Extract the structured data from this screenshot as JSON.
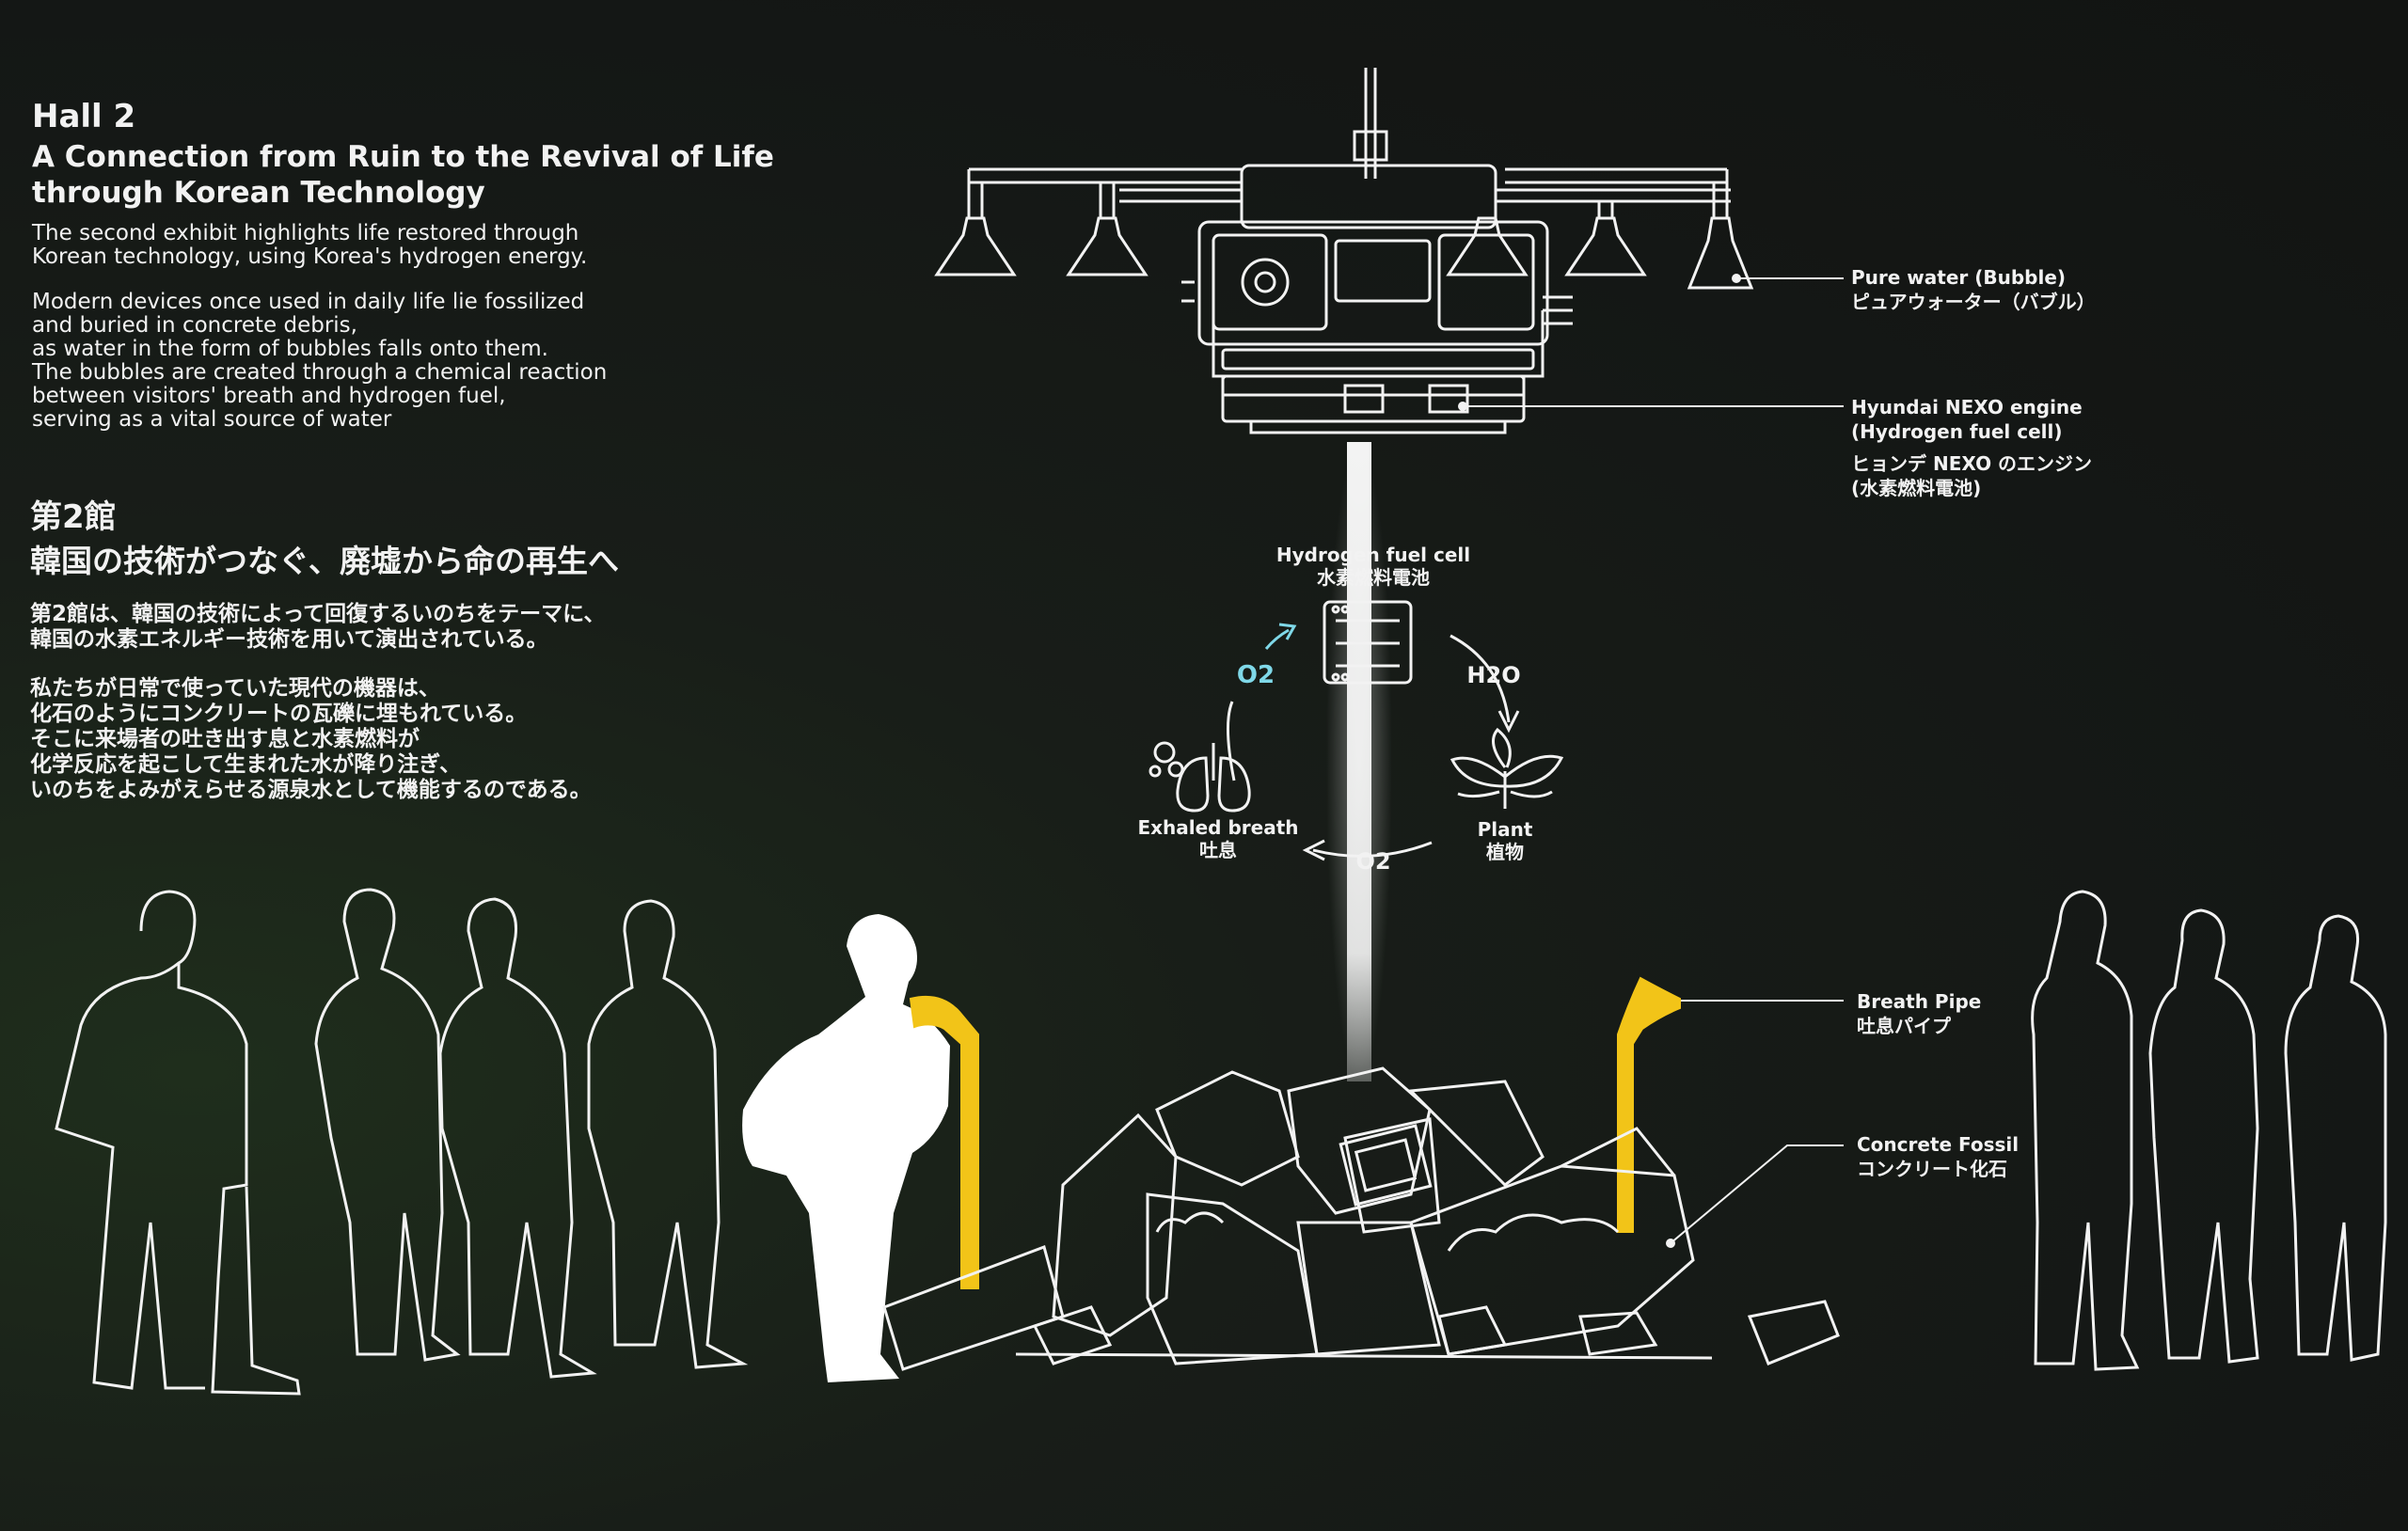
{
  "intro_en": {
    "hall": "Hall 2",
    "title_line1": "A Connection from Ruin to the Revival of Life",
    "title_line2": "through Korean Technology",
    "para1_line1": "The second exhibit highlights life restored through",
    "para1_line2": "Korean technology, using Korea's hydrogen energy.",
    "para2_line1": "Modern devices once used in daily life lie fossilized",
    "para2_line2": "and buried in concrete debris,",
    "para2_line3": "as water in the form of bubbles falls onto them.",
    "para2_line4": "The bubbles are created through a chemical reaction",
    "para2_line5": "between visitors' breath and hydrogen fuel,",
    "para2_line6": "serving as a vital source of water"
  },
  "intro_jp": {
    "hall": "第2館",
    "title": "韓国の技術がつなぐ、廃墟から命の再生へ",
    "para1_line1": "第2館は、韓国の技術によって回復するいのちをテーマに、",
    "para1_line2": "韓国の水素エネルギー技術を用いて演出されている。",
    "para2_line1": "私たちが日常で使っていた現代の機器は、",
    "para2_line2": "化石のようにコンクリートの瓦礫に埋もれている。",
    "para2_line3": "そこに来場者の吐き出す息と水素燃料が",
    "para2_line4": "化学反応を起こして生まれた水が降り注ぎ、",
    "para2_line5": "いのちをよみがえらせる源泉水として機能するのである。"
  },
  "callouts": {
    "pure_water_en": "Pure water (Bubble)",
    "pure_water_jp": "ピュアウォーター（バブル）",
    "engine_en1": "Hyundai NEXO engine",
    "engine_en2": "(Hydrogen fuel cell)",
    "engine_jp1": "ヒョンデ NEXO のエンジン",
    "engine_jp2": "(水素燃料電池)",
    "breath_pipe_en": "Breath Pipe",
    "breath_pipe_jp": "吐息パイプ",
    "concrete_en": "Concrete Fossil",
    "concrete_jp": "コンクリート化石"
  },
  "cycle": {
    "fuel_cell_en": "Hydrogen fuel cell",
    "fuel_cell_jp": "水素燃料電池",
    "h2o": "H2O",
    "o2_top": "O2",
    "o2_bottom": "O2",
    "breath_en": "Exhaled breath",
    "breath_jp": "吐息",
    "plant_en": "Plant",
    "plant_jp": "植物"
  },
  "colors": {
    "background": "#161a17",
    "line": "#f2f2f2",
    "pipe": "#f2c418",
    "o2_glow": "#7fd8e8"
  },
  "icons": [
    "fuel-cell-icon",
    "lungs-icon",
    "plant-icon",
    "bubble-nozzle-icon",
    "breath-pipe-icon"
  ]
}
